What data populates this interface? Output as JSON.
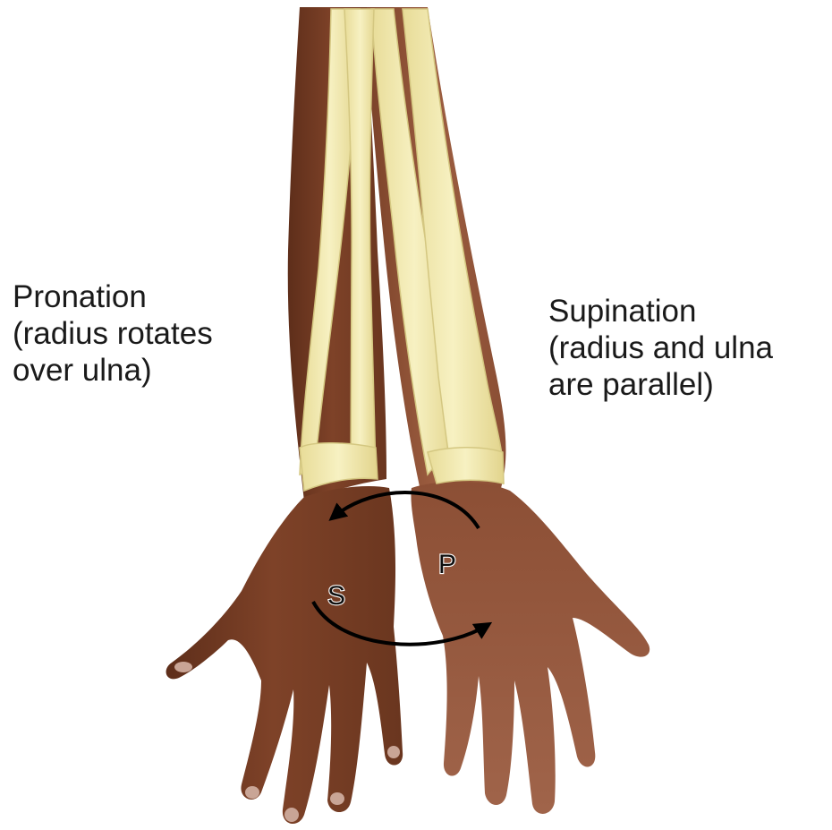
{
  "pronation": {
    "title": "Pronation",
    "line2": "(radius rotates",
    "line3": "over ulna)"
  },
  "supination": {
    "title": "Supination",
    "line2": "(radius and ulna",
    "line3": "are parallel)"
  },
  "markers": {
    "p": "P",
    "s": "S"
  },
  "colors": {
    "skin_dark": "#7a4026",
    "skin_light": "#9a5a3f",
    "bone": "#f2ebb4",
    "bone_edge": "#d8cc86",
    "arrow": "#000000"
  }
}
